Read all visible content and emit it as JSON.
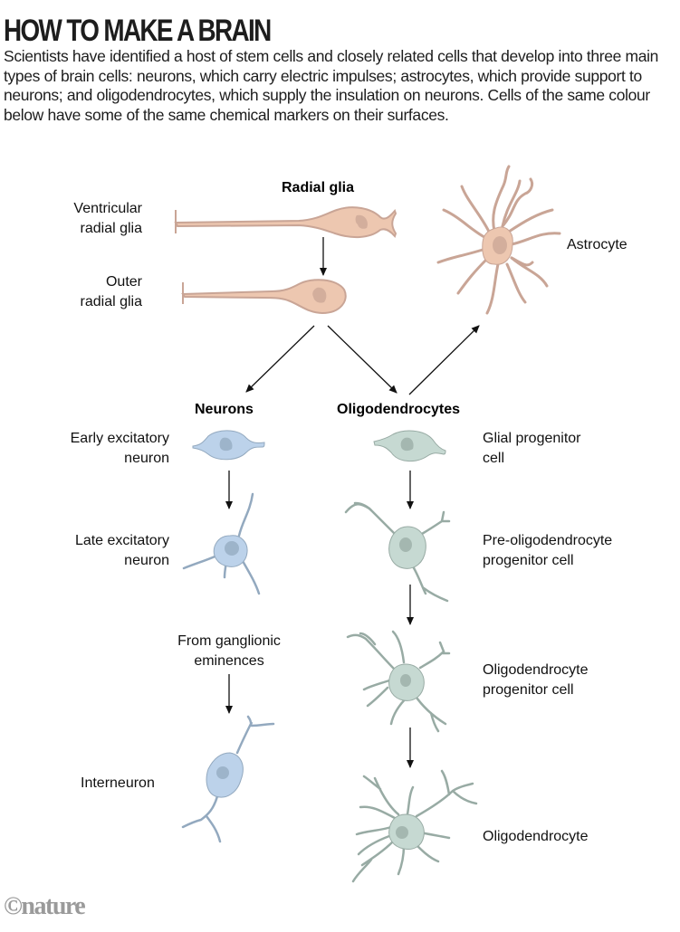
{
  "title": "HOW TO MAKE A BRAIN",
  "intro": "Scientists have identified a host of stem cells and closely related cells that develop into three main types of brain cells: neurons, which carry electric impulses; astrocytes, which provide support to neurons; and oligodendrocytes, which supply the insulation on neurons. Cells of the same colour below have some of the same chemical markers on their surfaces.",
  "colors": {
    "radial_glia_fill": "#edc7b0",
    "radial_glia_stroke": "#c9a596",
    "neuron_fill": "#bcd2ea",
    "neuron_stroke": "#93a9bf",
    "oligo_fill": "#c6d9d2",
    "oligo_stroke": "#98aba4",
    "arrow": "#111111",
    "credit": "#9a9a9a"
  },
  "groups": {
    "radial_glia": "Radial glia",
    "neurons": "Neurons",
    "oligodendrocytes": "Oligodendrocytes"
  },
  "labels": {
    "ventricular_radial_glia": "Ventricular\nradial glia",
    "outer_radial_glia": "Outer\nradial glia",
    "astrocyte": "Astrocyte",
    "early_excitatory_neuron": "Early excitatory\nneuron",
    "late_excitatory_neuron": "Late excitatory\nneuron",
    "ganglionic_eminences": "From ganglionic\neminences",
    "interneuron": "Interneuron",
    "glial_progenitor": "Glial progenitor\ncell",
    "pre_opc": "Pre-oligodendrocyte\nprogenitor cell",
    "opc": "Oligodendrocyte\nprogenitor cell",
    "oligodendrocyte": "Oligodendrocyte"
  },
  "credit": "©nature"
}
